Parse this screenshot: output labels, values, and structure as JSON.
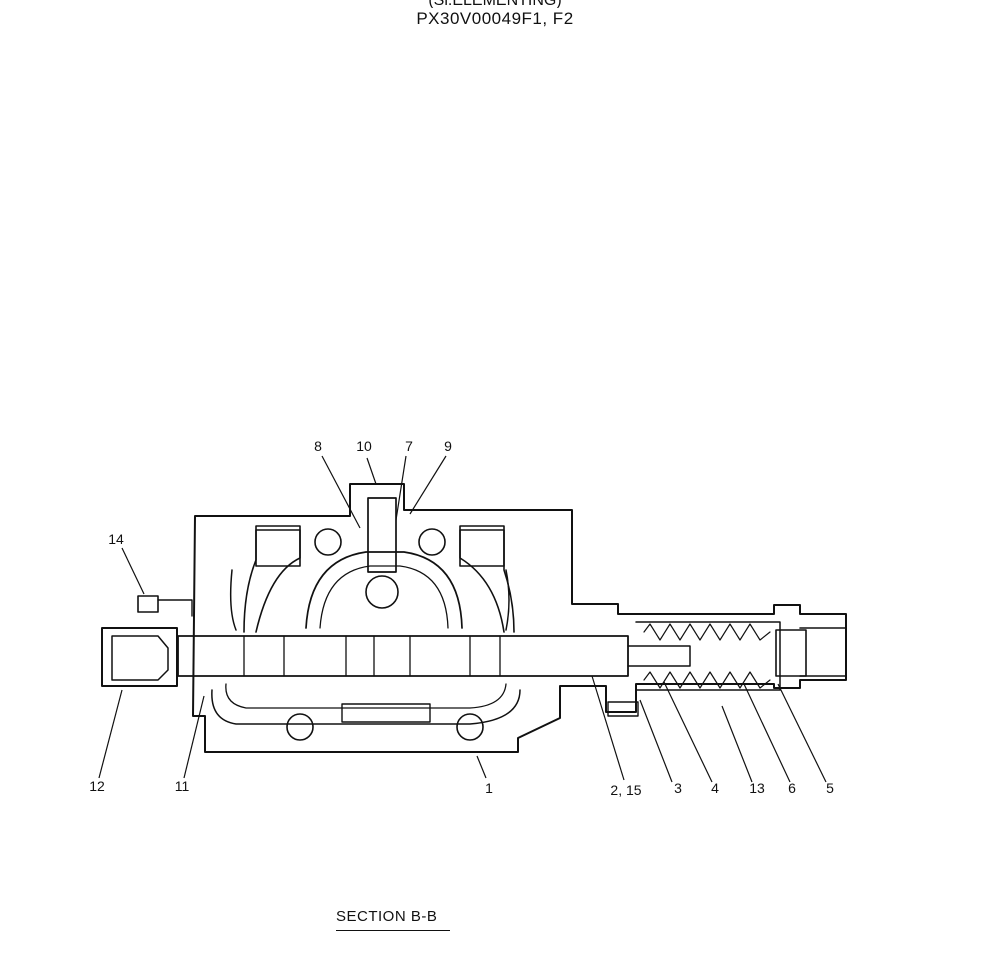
{
  "header": {
    "top_cut_text": "(Sl.ELEMENTING)",
    "part_number": "PX30V00049F1, F2"
  },
  "diagram": {
    "callouts": [
      {
        "id": "8",
        "label": "8"
      },
      {
        "id": "10",
        "label": "10"
      },
      {
        "id": "7",
        "label": "7"
      },
      {
        "id": "9",
        "label": "9"
      },
      {
        "id": "14",
        "label": "14"
      },
      {
        "id": "12",
        "label": "12"
      },
      {
        "id": "11",
        "label": "11"
      },
      {
        "id": "1",
        "label": "1"
      },
      {
        "id": "2-15",
        "label": "2, 15"
      },
      {
        "id": "3",
        "label": "3"
      },
      {
        "id": "4",
        "label": "4"
      },
      {
        "id": "13",
        "label": "13"
      },
      {
        "id": "6",
        "label": "6"
      },
      {
        "id": "5",
        "label": "5"
      }
    ]
  },
  "footer": {
    "section_title": "SECTION  B-B"
  }
}
